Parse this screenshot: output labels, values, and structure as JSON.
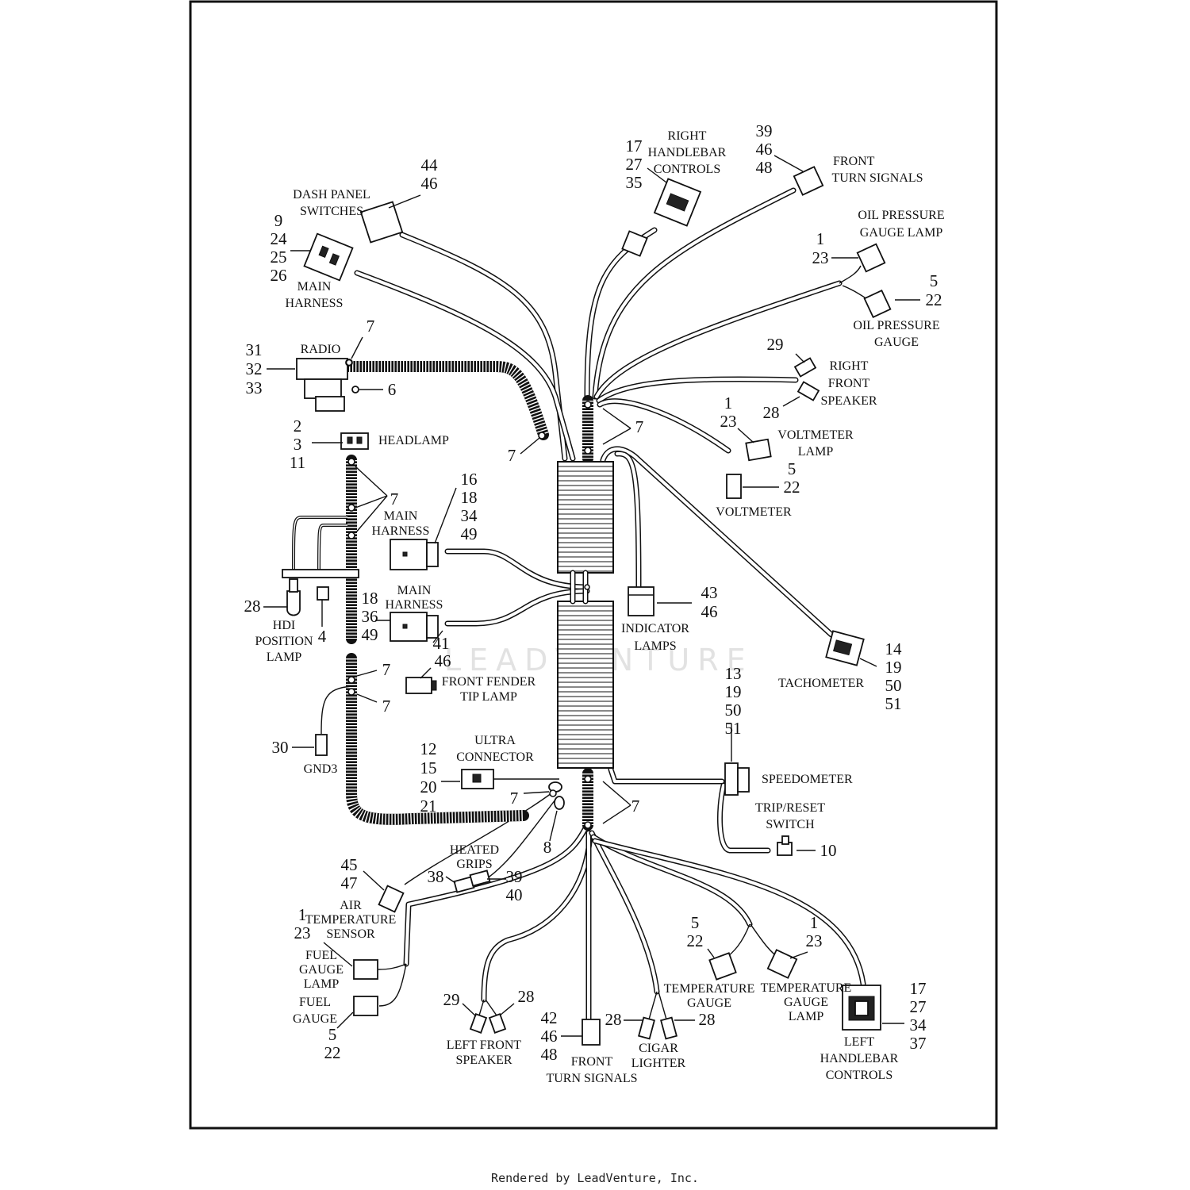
{
  "footer": {
    "credit": "Rendered by LeadVenture, Inc."
  },
  "watermark": "LEADVENTURE",
  "callouts": {
    "dash_panel": [
      "44",
      "46"
    ],
    "main_harness_top": [
      "9",
      "24",
      "25",
      "26"
    ],
    "right_handlebar": [
      "17",
      "27",
      "35"
    ],
    "front_turn_top": [
      "39",
      "46",
      "48"
    ],
    "oil_lamp": [
      "1",
      "23"
    ],
    "oil_gauge": [
      "5",
      "22"
    ],
    "radio_left": [
      "31",
      "32",
      "33"
    ],
    "radio_top": "7",
    "radio_six": "6",
    "right_spk_top": "29",
    "right_spk_bottom": "28",
    "volt_lamp": [
      "1",
      "23"
    ],
    "volt_gauge": [
      "5",
      "22"
    ],
    "clip_upper_left": "7",
    "clip_upper_right": "7",
    "headlamp": [
      "2",
      "3",
      "11"
    ],
    "headlamp_clip": "7",
    "main_harness_mid": [
      "16",
      "18",
      "34",
      "49"
    ],
    "main_harness_low": [
      "18",
      "36",
      "49"
    ],
    "hdi_28": "28",
    "hdi_4": "4",
    "indicator": [
      "43",
      "46"
    ],
    "fender_41": "41",
    "fender_46": "46",
    "fender_clip_top": "7",
    "fender_clip_bottom": "7",
    "tachometer": [
      "14",
      "19",
      "50",
      "51"
    ],
    "speedometer": [
      "13",
      "19",
      "50",
      "51"
    ],
    "gnd3_30": "30",
    "ultra": [
      "12",
      "15",
      "20",
      "21"
    ],
    "lower_clip_left": "7",
    "lower_clip_right": "7",
    "grommet_8": "8",
    "trip_10": "10",
    "air_temp": [
      "45",
      "47"
    ],
    "grips_38": "38",
    "grips_right": [
      "39",
      "40"
    ],
    "fuel_lamp": [
      "1",
      "23"
    ],
    "fuel_gauge": [
      "5",
      "22"
    ],
    "temp_gauge": [
      "5",
      "22"
    ],
    "temp_lamp": [
      "1",
      "23"
    ],
    "left_handlebar": [
      "17",
      "27",
      "34",
      "37"
    ],
    "left_spk_29": "29",
    "left_spk_28": "28",
    "front_turn_bottom": [
      "42",
      "46",
      "48"
    ],
    "cigar_left": "28",
    "cigar_right": "28"
  },
  "labels": {
    "dash_panel": [
      "DASH PANEL",
      "SWITCHES"
    ],
    "main_harness_top": [
      "MAIN",
      "HARNESS"
    ],
    "right_handlebar": [
      "RIGHT",
      "HANDLEBAR",
      "CONTROLS"
    ],
    "front_turn_top": [
      "FRONT",
      "TURN SIGNALS"
    ],
    "oil_lamp": [
      "OIL PRESSURE",
      "GAUGE LAMP"
    ],
    "oil_gauge": [
      "OIL PRESSURE",
      "GAUGE"
    ],
    "radio": [
      "RADIO"
    ],
    "right_speaker": [
      "RIGHT",
      "FRONT",
      "SPEAKER"
    ],
    "volt_lamp": [
      "VOLTMETER",
      "LAMP"
    ],
    "voltmeter": [
      "VOLTMETER"
    ],
    "headlamp": [
      "HEADLAMP"
    ],
    "main_harness_mid": [
      "MAIN",
      "HARNESS"
    ],
    "main_harness_low": [
      "MAIN",
      "HARNESS"
    ],
    "hdi": [
      "HDI",
      "POSITION",
      "LAMP"
    ],
    "indicator": [
      "INDICATOR",
      "LAMPS"
    ],
    "fender": [
      "FRONT FENDER",
      "TIP LAMP"
    ],
    "tachometer": [
      "TACHOMETER"
    ],
    "gnd3": [
      "GND3"
    ],
    "ultra": [
      "ULTRA",
      "CONNECTOR"
    ],
    "speedometer": [
      "SPEEDOMETER"
    ],
    "trip": [
      "TRIP/RESET",
      "SWITCH"
    ],
    "heated_grips": [
      "HEATED",
      "GRIPS"
    ],
    "air_temp": [
      "AIR",
      "TEMPERATURE",
      "SENSOR"
    ],
    "fuel_lamp": [
      "FUEL",
      "GAUGE",
      "LAMP"
    ],
    "fuel_gauge": [
      "FUEL",
      "GAUGE"
    ],
    "temp_gauge": [
      "TEMPERATURE",
      "GAUGE"
    ],
    "temp_lamp": [
      "TEMPERATURE",
      "GAUGE",
      "LAMP"
    ],
    "left_handlebar": [
      "LEFT",
      "HANDLEBAR",
      "CONTROLS"
    ],
    "left_speaker": [
      "LEFT FRONT",
      "SPEAKER"
    ],
    "front_turn_bottom": [
      "FRONT",
      "TURN SIGNALS"
    ],
    "cigar": [
      "CIGAR",
      "LIGHTER"
    ]
  }
}
